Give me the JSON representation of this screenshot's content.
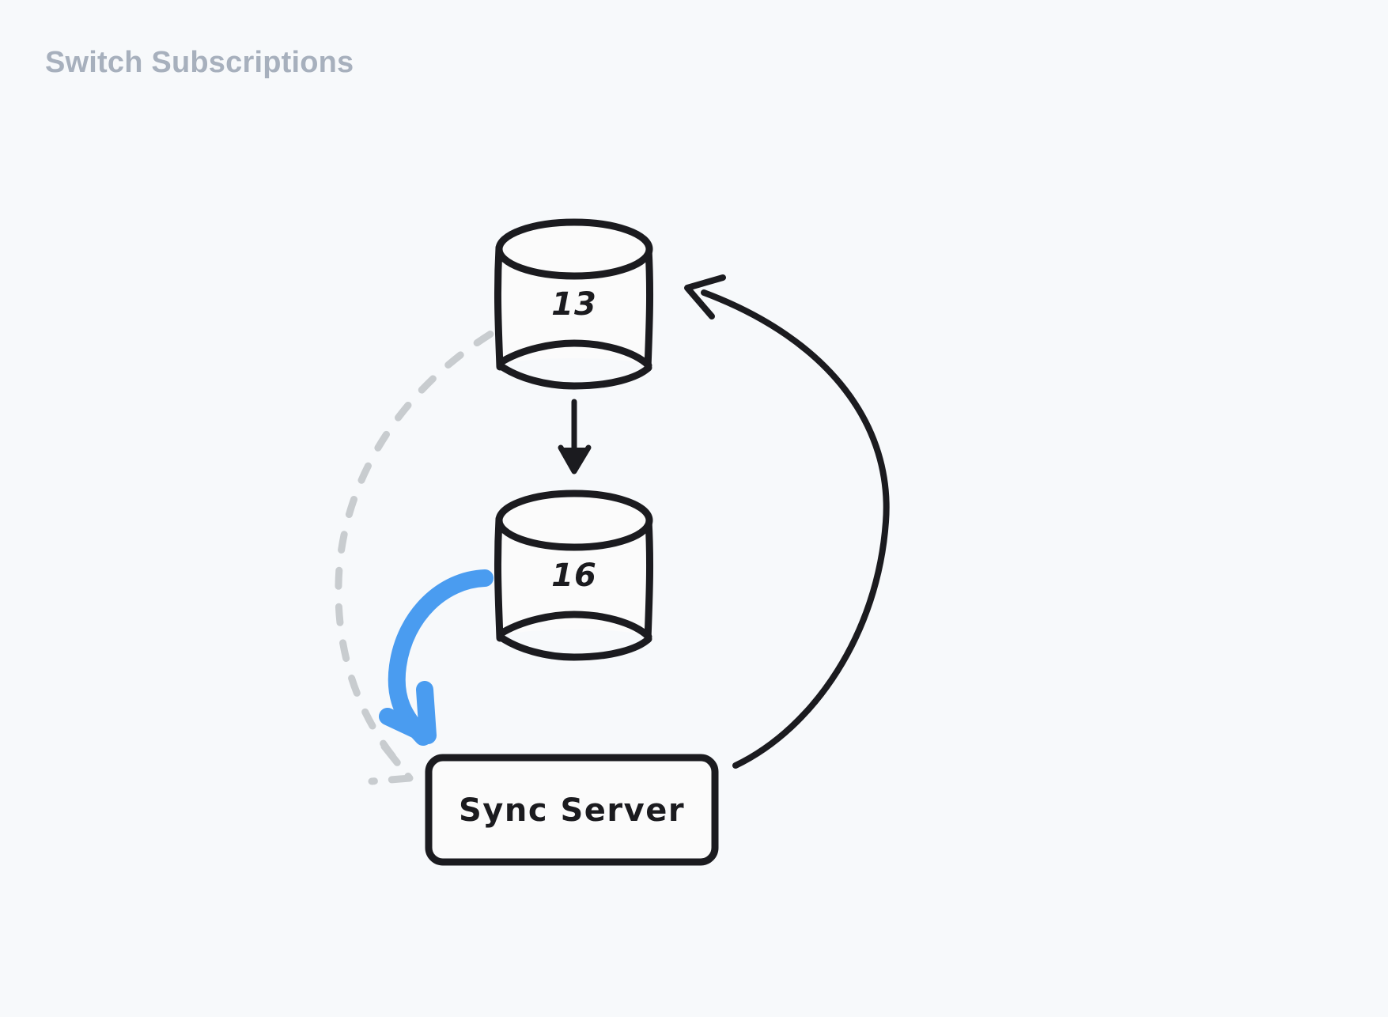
{
  "page": {
    "title": "Switch Subscriptions",
    "background_color": "#f7f9fb",
    "title_color": "#a7b0bd"
  },
  "diagram": {
    "type": "flow-diagram",
    "style": "hand-drawn",
    "stroke_color": "#1b1b1f",
    "node_fill": "#fbfbfb",
    "highlight_color": "#4a9cf0",
    "muted_color": "#c8cccf",
    "nodes": [
      {
        "id": "db-top",
        "shape": "cylinder",
        "label": "13",
        "name": "database-cylinder-13"
      },
      {
        "id": "db-bottom",
        "shape": "cylinder",
        "label": "16",
        "name": "database-cylinder-16"
      },
      {
        "id": "sync-server",
        "shape": "rounded-rectangle",
        "label": "Sync Server",
        "name": "sync-server-box"
      }
    ],
    "edges": [
      {
        "id": "edge-13-to-16",
        "from": "db-top",
        "to": "db-bottom",
        "style": "solid",
        "color": "#1b1b1f",
        "name": "arrow-db13-to-db16"
      },
      {
        "id": "edge-16-to-sync",
        "from": "db-bottom",
        "to": "sync-server",
        "style": "solid-highlight",
        "color": "#4a9cf0",
        "name": "arrow-db16-to-sync-server"
      },
      {
        "id": "edge-sync-to-13",
        "from": "sync-server",
        "to": "db-top",
        "style": "solid",
        "color": "#1b1b1f",
        "name": "arrow-sync-server-to-db13"
      },
      {
        "id": "edge-13-to-sync-dashed",
        "from": "db-top",
        "to": "sync-server",
        "style": "dashed",
        "color": "#c8cccf",
        "name": "dashed-arrow-db13-to-sync-server"
      }
    ]
  }
}
